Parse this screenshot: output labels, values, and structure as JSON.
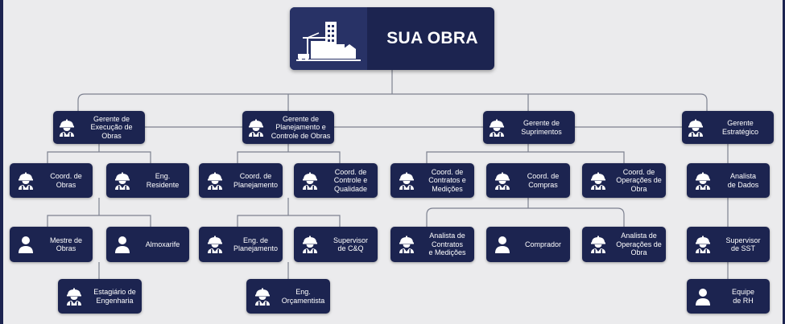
{
  "title": "SUA OBRA",
  "colors": {
    "background": "#ebebed",
    "node": "#1c2450",
    "logo_panel": "#283266",
    "line": "#7d8190",
    "text": "#ffffff"
  },
  "roles": {
    "g_exec": "Gerente de\nExecução de\nObras",
    "coord_obras": "Coord. de\nObras",
    "eng_residente": "Eng.\nResidente",
    "mestre_obras": "Mestre de\nObras",
    "almoxarife": "Almoxarife",
    "estagiario": "Estagiário de\nEngenharia",
    "g_plan": "Gerente de\nPlanejamento e\nControle de Obras",
    "coord_plan": "Coord. de\nPlanejamento",
    "coord_ctrl": "Coord. de\nControle e\nQualidade",
    "eng_plan": "Eng. de\nPlanejamento",
    "supervisor_cq": "Supervisor\nde C&Q",
    "eng_orc": "Eng.\nOrçamentista",
    "g_sup": "Gerente de\nSuprimentos",
    "coord_contratos": "Coord. de\nContratos e\nMedições",
    "coord_compras": "Coord. de\nCompras",
    "coord_operacoes": "Coord. de\nOperações de\nObra",
    "analista_contratos": "Analista de\nContratos\ne Medições",
    "comprador": "Comprador",
    "analista_operacoes": "Analista de\nOperações de\nObra",
    "g_est": "Gerente\nEstratégico",
    "analista_dados": "Analista\nde Dados",
    "supervisor_sst": "Supervisor\nde SST",
    "equipe_rh": "Equipe\nde RH"
  }
}
